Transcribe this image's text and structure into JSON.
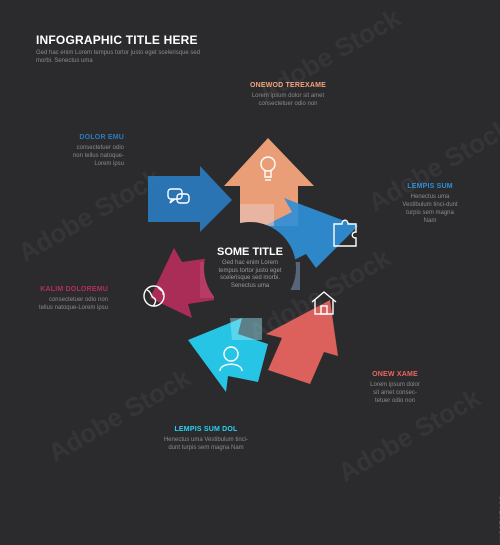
{
  "header": {
    "title": "INFOGRAPHIC TITLE HERE",
    "subtitle": "Ged hac enim Lorem tempus tortor justo eget scelerisque sed morbi. Senectus uma"
  },
  "center": {
    "title": "SOME TITLE",
    "text": "Ged hac enim Lorem tempus tortor justo eget scelerisque sed morbi. Senectus uma"
  },
  "segments": [
    {
      "heading": "ONEWOD TEREXAME",
      "text": "Lorem ipsum dolor sit amet consectetuer odio non",
      "icon": "lightbulb-icon",
      "color": "#f3a47c"
    },
    {
      "heading": "LEMPIS SUM",
      "text": "Henectus uma Vestibulum tinci-dunt turpis sem magna Nam",
      "icon": "puzzle-icon",
      "color": "#2f8fd6"
    },
    {
      "heading": "ONEW XAME",
      "text": "Lorem ipsum dolor sit amet consec-tetuer odio non",
      "icon": "house-icon",
      "color": "#ec6560"
    },
    {
      "heading": "LEMPIS SUM DOL",
      "text": "Henectus uma Vestibulum tinci-dunt turpis sem magna Nam",
      "icon": "user-icon",
      "color": "#27d3f5"
    },
    {
      "heading": "KALIM DOLOREMU",
      "text": "consectetuer odio non tellus natoque-Lorem ipsu",
      "icon": "globe-icon",
      "color": "#b52e5c"
    },
    {
      "heading": "DOLOR EMU",
      "text": "consectetuer odio non tellus natoque-Lorem ipsu",
      "icon": "chat-bubbles-icon",
      "color": "#2a7bc0"
    }
  ],
  "colors": {
    "background": "#2b2b2d",
    "heading_peach": "#f3a47c",
    "heading_blue": "#2f8fd6",
    "heading_red": "#ec6560",
    "heading_cyan": "#27d3f5",
    "heading_maroon": "#b52e5c"
  },
  "watermark": {
    "text": "Adobe Stock"
  },
  "stock_id": "#182767198"
}
